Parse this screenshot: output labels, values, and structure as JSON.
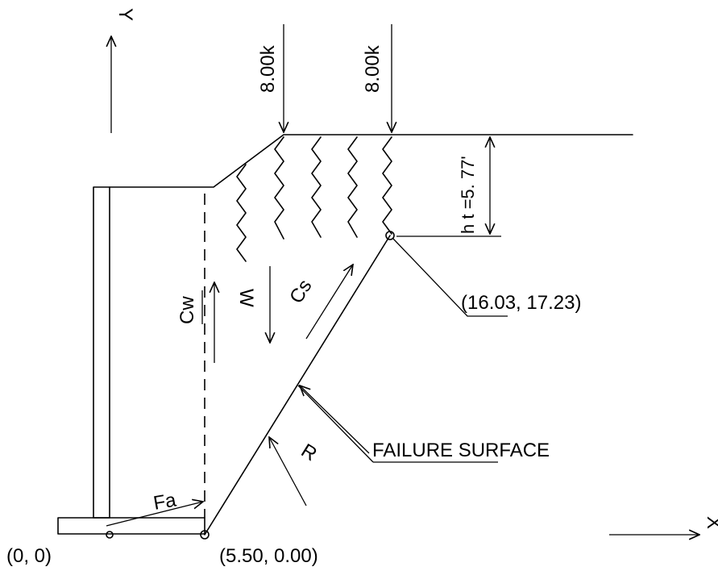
{
  "axes": {
    "y_label": "Y",
    "x_label": "X"
  },
  "loads": {
    "load_left": "8.00k",
    "load_right": "8.00k"
  },
  "dimension": {
    "height_label": "h t =5. 77'"
  },
  "forces": {
    "cw": "Cw",
    "w": "W",
    "cs": "Cs",
    "r": "R",
    "fa": "Fa"
  },
  "points": {
    "origin": "(0, 0)",
    "toe": "(5.50, 0.00)",
    "crest": "(16.03, 17.23)"
  },
  "annotations": {
    "failure_surface": "FAILURE SURFACE"
  }
}
